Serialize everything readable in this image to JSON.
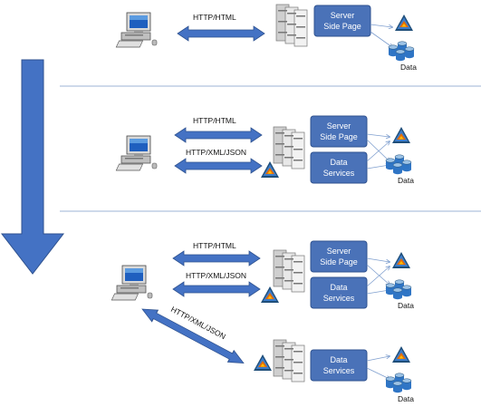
{
  "labels": {
    "http_html": "HTTP/HTML",
    "http_xml_json": "HTTP/XML/JSON",
    "server_side_page": [
      "Server",
      "Side Page"
    ],
    "data_services": [
      "Data",
      "Services"
    ],
    "data": "Data"
  },
  "colors": {
    "arrow_fill": "#4472c4",
    "arrow_stroke": "#2f528f",
    "service_box": "#4a72b8",
    "divider": "#9db3d6",
    "connector": "#7f9fcf"
  },
  "icons": [
    "computer-icon",
    "server-rack-icon",
    "warning-triangle-icon",
    "database-icon"
  ]
}
